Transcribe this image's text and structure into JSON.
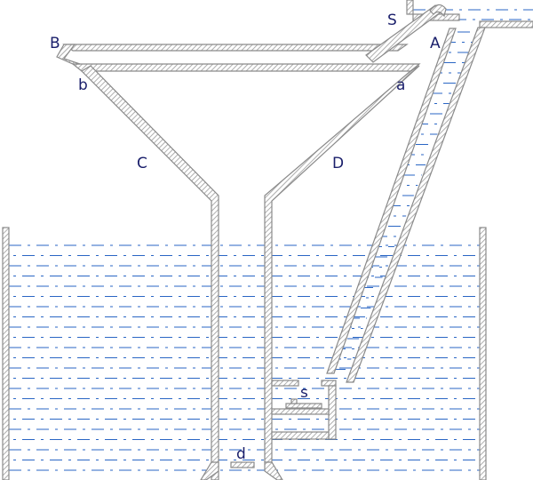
{
  "labels": {
    "B": "B",
    "b": "b",
    "S": "S",
    "A": "A",
    "a": "a",
    "C": "C",
    "D": "D",
    "s": "s",
    "d": "d"
  },
  "colors": {
    "label": "#1a1f6b",
    "water_line": "#2a66c4",
    "wall_stroke": "#8a8a8a",
    "wall_hatch": "#9a9a9a"
  }
}
